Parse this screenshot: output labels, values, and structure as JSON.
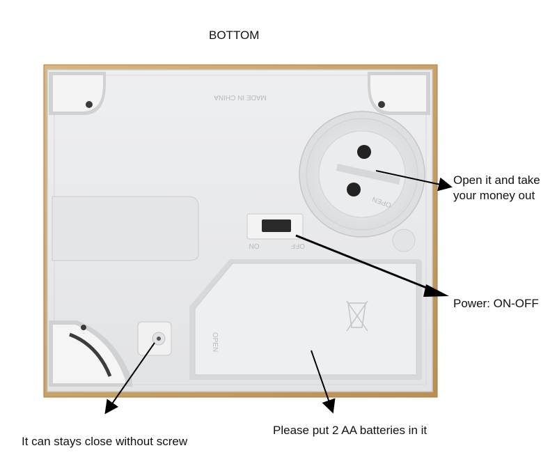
{
  "title": "BOTTOM",
  "annotations": {
    "open": [
      "Open it and take",
      "your money out"
    ],
    "power": "Power: ON-OFF",
    "battery": "Please put 2 AA batteries in it",
    "close": "It can stays close without screw"
  },
  "product_markings": {
    "made_in": "MADE IN CHINA",
    "open_label": "OPEN",
    "switch_on": "ON",
    "switch_off": "OFF",
    "battery_open": "OPEN"
  },
  "colors": {
    "frame": "#c9a56a",
    "panel": "#e9eaec",
    "panel_shadow": "#d3d4d6",
    "arrow": "#000000"
  }
}
